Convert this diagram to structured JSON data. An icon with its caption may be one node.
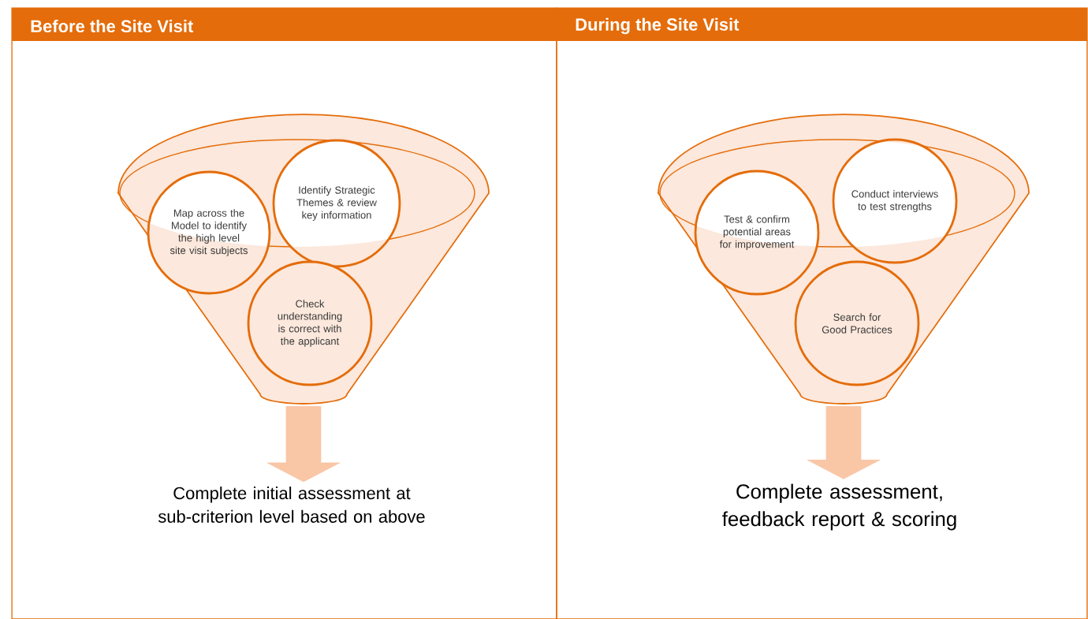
{
  "diagram": {
    "nodes": [
      {
        "text": [
          "Before the Site Visit"
        ]
      },
      {
        "text": [],
        "shape": "funnel",
        "in": 0
      },
      {
        "text": [
          "Map across the Model to identify the high level site visit subjects"
        ],
        "in": 1
      },
      {
        "text": [
          "Identify Strategic Themes & review key information"
        ],
        "in": 1
      },
      {
        "text": [
          "Check understanding is correct with the applicant"
        ],
        "in": 1
      },
      {
        "text": [
          "Complete initial assessment at sub-criterion level based on above"
        ],
        "in": 0
      },
      {
        "text": [
          "During the Site Visit"
        ]
      },
      {
        "text": [],
        "shape": "funnel",
        "in": 6
      },
      {
        "text": [
          "Test & confirm potential areas for improvement"
        ],
        "in": 7
      },
      {
        "text": [
          "Conduct interviews to test strengths"
        ],
        "in": 7
      },
      {
        "text": [
          "Search for Good Practices"
        ],
        "in": 7
      },
      {
        "text": [
          "Complete assessment, feedback report & scoring"
        ],
        "in": 6
      }
    ],
    "edges": [
      {
        "from": 1,
        "to": 5,
        "arrow": "to"
      },
      {
        "from": 7,
        "to": 11,
        "arrow": "to"
      }
    ]
  }
}
